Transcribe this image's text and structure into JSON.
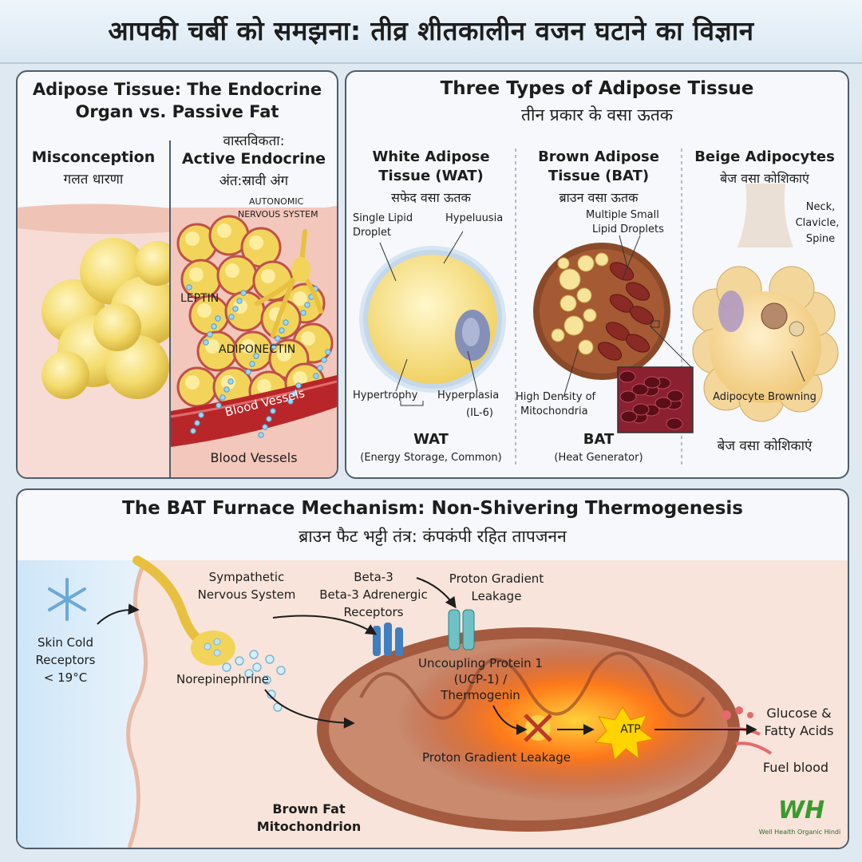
{
  "title": "आपकी चर्बी को समझना: तीव्र शीतकालीन वजन घटाने का विज्ञान",
  "panel1": {
    "title_l1": "Adipose Tissue: The Endocrine",
    "title_l2": "Organ vs. Passive Fat",
    "left_head": "Misconception",
    "left_hindi": "गलत धारणा",
    "right_hindi1": "वास्तविकता:",
    "right_head": "Active Endocrine",
    "right_hindi2": "अंत:स्रावी अंग",
    "ans_l1": "AUTONOMIC",
    "ans_l2": "NERVOUS SYSTEM",
    "leptin": "LEPTIN",
    "adiponectin": "ADIPONECTIN",
    "vessel_label": "Blood Vessels",
    "vessel_caption": "Blood Vessels"
  },
  "panel2": {
    "title": "Three Types of Adipose Tissue",
    "title_hindi": "तीन प्रकार के वसा ऊतक",
    "wat": {
      "name_l1": "White Adipose",
      "name_l2": "Tissue (WAT)",
      "hindi": "सफेद वसा ऊतक",
      "lbl_single_l1": "Single Lipid",
      "lbl_single_l2": "Droplet",
      "lbl_hyp": "Hypeluusia",
      "lbl_hypertrophy": "Hypertrophy",
      "lbl_hyperplasia": "Hyperplasia",
      "lbl_il6": "(IL-6)",
      "abbr": "WAT",
      "desc": "(Energy Storage, Common)"
    },
    "bat": {
      "name_l1": "Brown Adipose",
      "name_l2": "Tissue (BAT)",
      "hindi": "ब्राउन वसा ऊतक",
      "lbl_multi_l1": "Multiple Small",
      "lbl_multi_l2": "Lipid Droplets",
      "lbl_density_l1": "High Density of",
      "lbl_density_l2": "Mitochondria",
      "abbr": "BAT",
      "desc": "(Heat Generator)"
    },
    "beige": {
      "name": "Beige Adipocytes",
      "hindi": "बेज वसा कोशिकाएं",
      "lbl_loc_l1": "Neck,",
      "lbl_loc_l2": "Clavicle,",
      "lbl_loc_l3": "Spine",
      "lbl_browning": "Adipocyte Browning",
      "caption": "बेज वसा कोशिकाएं"
    }
  },
  "panel3": {
    "title": "The BAT Furnace Mechanism: Non-Shivering Thermogenesis",
    "title_hindi": "ब्राउन फैट भट्टी तंत्र: कंपकंपी रहित तापजनन",
    "skin_l1": "Skin Cold",
    "skin_l2": "Receptors",
    "skin_l3": "< 19°C",
    "sns_l1": "Sympathetic",
    "sns_l2": "Nervous System",
    "norepinephrine": "Norepinephrine",
    "beta_l1": "Beta-3",
    "beta_l2": "Beta-3 Adrenergic",
    "beta_l3": "Receptors",
    "pgl_l1": "Proton Gradient",
    "pgl_l2": "Leakage",
    "ucp_l1": "Uncoupling Protein 1",
    "ucp_l2": "(UCP-1) /",
    "ucp_l3": "Thermogenin",
    "pgl_bottom": "Proton Gradient Leakage",
    "atp": "ATP",
    "glucose_l1": "Glucose &",
    "glucose_l2": "Fatty Acids",
    "fuel": "Fuel blood",
    "mito_l1": "Brown Fat",
    "mito_l2": "Mitochondrion"
  },
  "logo": {
    "mark": "WH",
    "tagline": "Well Health Organic Hindi"
  },
  "colors": {
    "fat_yellow": "#f4dc6e",
    "brown": "#8a4a2a",
    "mito_red": "#a32a2a",
    "heat": "#ff7a1a",
    "cold_blue": "#cfe6f8",
    "logo_green": "#3a9a2f"
  }
}
